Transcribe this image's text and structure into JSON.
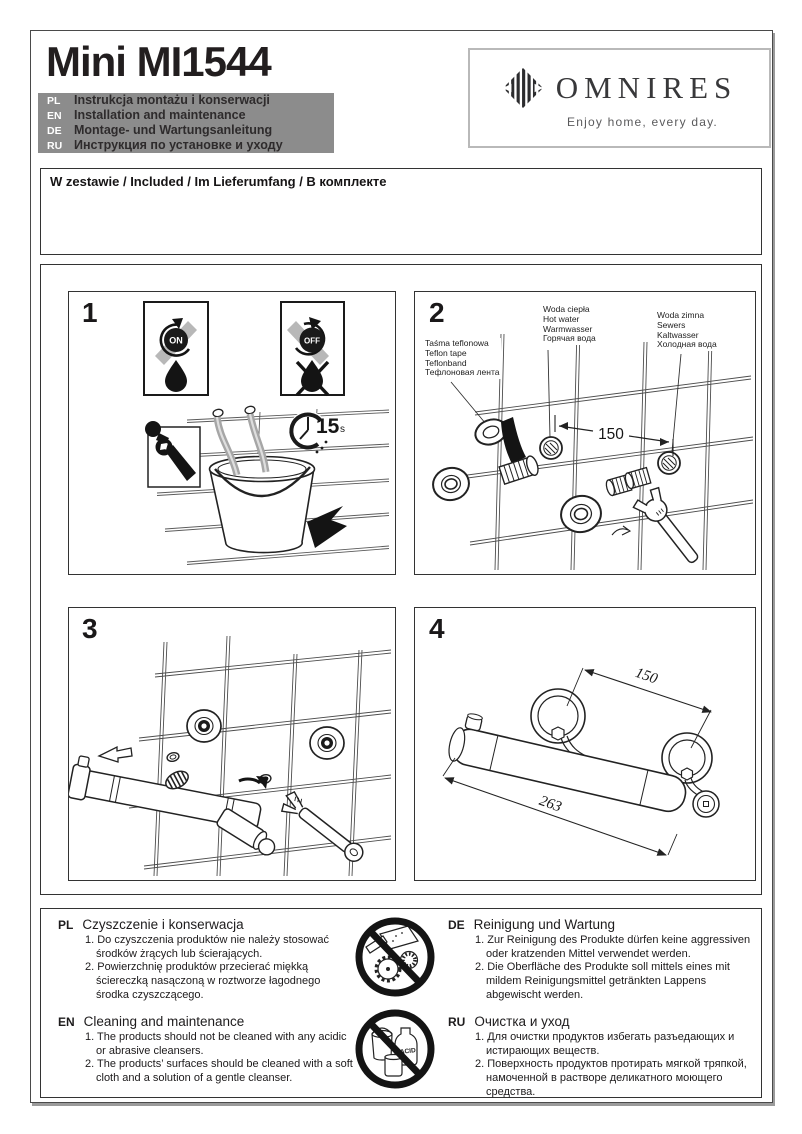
{
  "header": {
    "title": "Mini MI1544",
    "languages": [
      {
        "code": "PL",
        "label": "Instrukcja montażu i konserwacji"
      },
      {
        "code": "EN",
        "label": "Installation and maintenance"
      },
      {
        "code": "DE",
        "label": "Montage- und Wartungsanleitung"
      },
      {
        "code": "RU",
        "label": "Инструкция по установке и уходу"
      }
    ],
    "brand": {
      "name": "OMNIRES",
      "tagline": "Enjoy home, every day."
    }
  },
  "included": {
    "label": "W zestawie / Included / Im Lieferumfang / В комплекте"
  },
  "steps": {
    "one": {
      "num": "1",
      "on": "ON",
      "off": "OFF",
      "timer_value": "15",
      "timer_unit": "s"
    },
    "two": {
      "num": "2",
      "teflon": [
        "Taśma teflonowa",
        "Teflon tape",
        "Teflonband",
        "Тефлоновая лента"
      ],
      "hot": [
        "Woda ciepła",
        "Hot water",
        "Warmwasser",
        "Горячая вода"
      ],
      "cold": [
        "Woda zimna",
        "Sewers",
        "Kaltwasser",
        "Холодная вода"
      ],
      "dim": "150"
    },
    "three": {
      "num": "3"
    },
    "four": {
      "num": "4",
      "dim_spacing": "150",
      "dim_length": "263"
    }
  },
  "care": {
    "pl": {
      "code": "PL",
      "title": "Czyszczenie i konserwacja",
      "items": [
        "1. Do czyszczenia produktów nie należy stosować środków żrących lub ścierających.",
        "2. Powierzchnię produktów przecierać miękką ściereczką nasączoną w roztworze łagodnego środka czyszczącego."
      ]
    },
    "en": {
      "code": "EN",
      "title": "Cleaning and maintenance",
      "items": [
        "1. The products should not be cleaned with any acidic or abrasive cleansers.",
        "2. The products’ surfaces should be cleaned with a soft cloth and a solution of a gentle cleanser."
      ]
    },
    "de": {
      "code": "DE",
      "title": "Reinigung und Wartung",
      "items": [
        "1. Zur Reinigung des Produkte dürfen keine aggressiven oder kratzenden Mittel verwendet werden.",
        "2. Die Oberfläche des Produkte soll mittels eines mit mildem Reinigungsmittel getränkten Lappens abgewischt werden."
      ]
    },
    "ru": {
      "code": "RU",
      "title": "Очистка и уход",
      "items": [
        "1. Для очистки продуктов избегать разъедающих и истирающих веществ.",
        "2. Поверхность продуктов протирать мягкой тряпкой, намоченной в растворе деликатного моющего средства."
      ]
    },
    "acid": "ACID"
  },
  "colors": {
    "language_bar_bg": "#8c8c8c",
    "stroke": "#222222",
    "gray_band": "#b8b8b8"
  }
}
